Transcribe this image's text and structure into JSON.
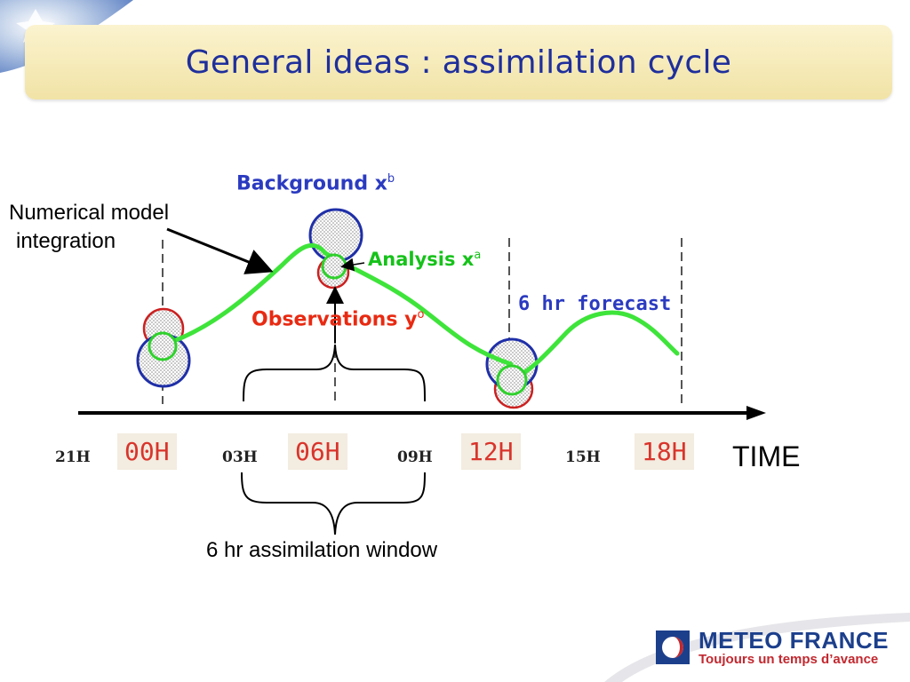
{
  "slide": {
    "title": "General ideas : assimilation cycle"
  },
  "labels": {
    "numerical_model_line1": "Numerical model",
    "numerical_model_line2": "integration",
    "background": "Background x",
    "background_sup": "b",
    "analysis": "Analysis x",
    "analysis_sup": "a",
    "observations": "Observations y",
    "observations_sup": "o",
    "forecast": "6 hr forecast",
    "time_axis": "TIME",
    "assimilation_window": "6 hr assimilation window"
  },
  "time_ticks": {
    "t21": "21H",
    "t00": "00H",
    "t03": "03H",
    "t06": "06H",
    "t09": "09H",
    "t12": "12H",
    "t15": "15H",
    "t18": "18H"
  },
  "logo": {
    "name": "METEO FRANCE",
    "tagline": "Toujours un temps d’avance"
  },
  "colors": {
    "title": "#1f2f9c",
    "background_blue": "#2b3bc0",
    "analysis_green": "#16c21a",
    "observation_red": "#e82a12",
    "major_tick_red": "#d9342b",
    "title_bar": "#f1e3a6"
  }
}
